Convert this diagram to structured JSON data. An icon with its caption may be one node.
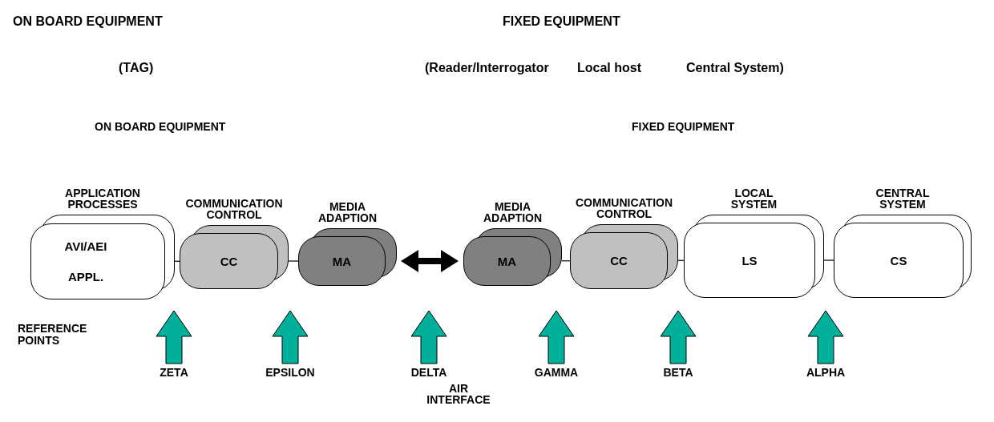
{
  "diagram": {
    "nodes": [
      {
        "text": [
          "APPLICATION PROCESSES",
          "AVI/AEI APPL."
        ]
      },
      {
        "text": [
          "COMMUNICATION CONTROL",
          "CC"
        ]
      },
      {
        "text": [
          "MEDIA ADAPTION",
          "MA"
        ]
      },
      {
        "text": [
          "MEDIA ADAPTION",
          "MA"
        ]
      },
      {
        "text": [
          "COMMUNICATION CONTROL",
          "CC"
        ]
      },
      {
        "text": [
          "LOCAL SYSTEM",
          "LS"
        ]
      },
      {
        "text": [
          "CENTRAL SYSTEM",
          "CS"
        ]
      },
      {
        "text": [
          "ZETA"
        ]
      },
      {
        "text": [
          "EPSILON"
        ]
      },
      {
        "text": [
          "DELTA",
          "AIR INTERFACE"
        ]
      },
      {
        "text": [
          "GAMMA"
        ]
      },
      {
        "text": [
          "BETA"
        ]
      },
      {
        "text": [
          "ALPHA"
        ]
      }
    ],
    "edges": [
      {
        "from": 0,
        "to": 1,
        "arrow": "none"
      },
      {
        "from": 1,
        "to": 2,
        "arrow": "none"
      },
      {
        "from": 2,
        "to": 3,
        "arrow": "both",
        "style": "thick"
      },
      {
        "from": 3,
        "to": 4,
        "arrow": "none"
      },
      {
        "from": 4,
        "to": 5,
        "arrow": "none"
      },
      {
        "from": 5,
        "to": 6,
        "arrow": "none"
      },
      {
        "from": 7,
        "to": null,
        "arrow": "to",
        "style": "thick",
        "color": "#00b09b"
      },
      {
        "from": 8,
        "to": null,
        "arrow": "to",
        "style": "thick",
        "color": "#00b09b"
      },
      {
        "from": 9,
        "to": null,
        "arrow": "to",
        "style": "thick",
        "color": "#00b09b"
      },
      {
        "from": 10,
        "to": null,
        "arrow": "to",
        "style": "thick",
        "color": "#00b09b"
      },
      {
        "from": 11,
        "to": null,
        "arrow": "to",
        "style": "thick",
        "color": "#00b09b"
      },
      {
        "from": 12,
        "to": null,
        "arrow": "to",
        "style": "thick",
        "color": "#00b09b"
      }
    ],
    "labels": [
      "ON BOARD EQUIPMENT",
      "FIXED EQUIPMENT",
      "(TAG)",
      "(Reader/Interrogator",
      "Local host",
      "Central System)",
      "ON BOARD EQUIPMENT",
      "FIXED EQUIPMENT",
      "REFERENCE POINTS"
    ]
  }
}
